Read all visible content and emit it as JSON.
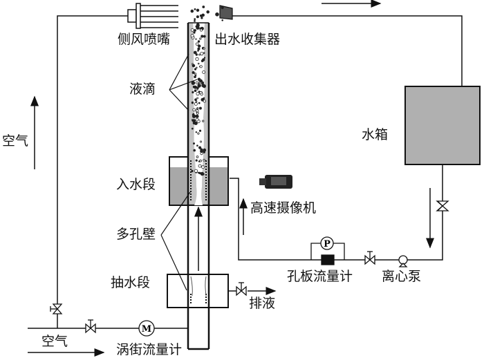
{
  "labels": {
    "side_nozzle": "侧风喷嘴",
    "water_collector": "出水收集器",
    "droplets": "液滴",
    "air_left": "空气",
    "water_tank": "水箱",
    "inlet_section": "入水段",
    "high_speed_camera": "高速摄像机",
    "porous_wall": "多孔壁",
    "orifice_flowmeter": "孔板流量计",
    "centrifugal_pump": "离心泵",
    "extraction_section": "抽水段",
    "drain": "排液",
    "air_bottom": "空气",
    "vortex_flowmeter": "涡街流量计",
    "pressure_gauge_symbol": "P",
    "flowmeter_symbol": "M"
  },
  "colors": {
    "water": "#a8a8a8",
    "tank": "#b0b0b0",
    "line": "#111111"
  }
}
